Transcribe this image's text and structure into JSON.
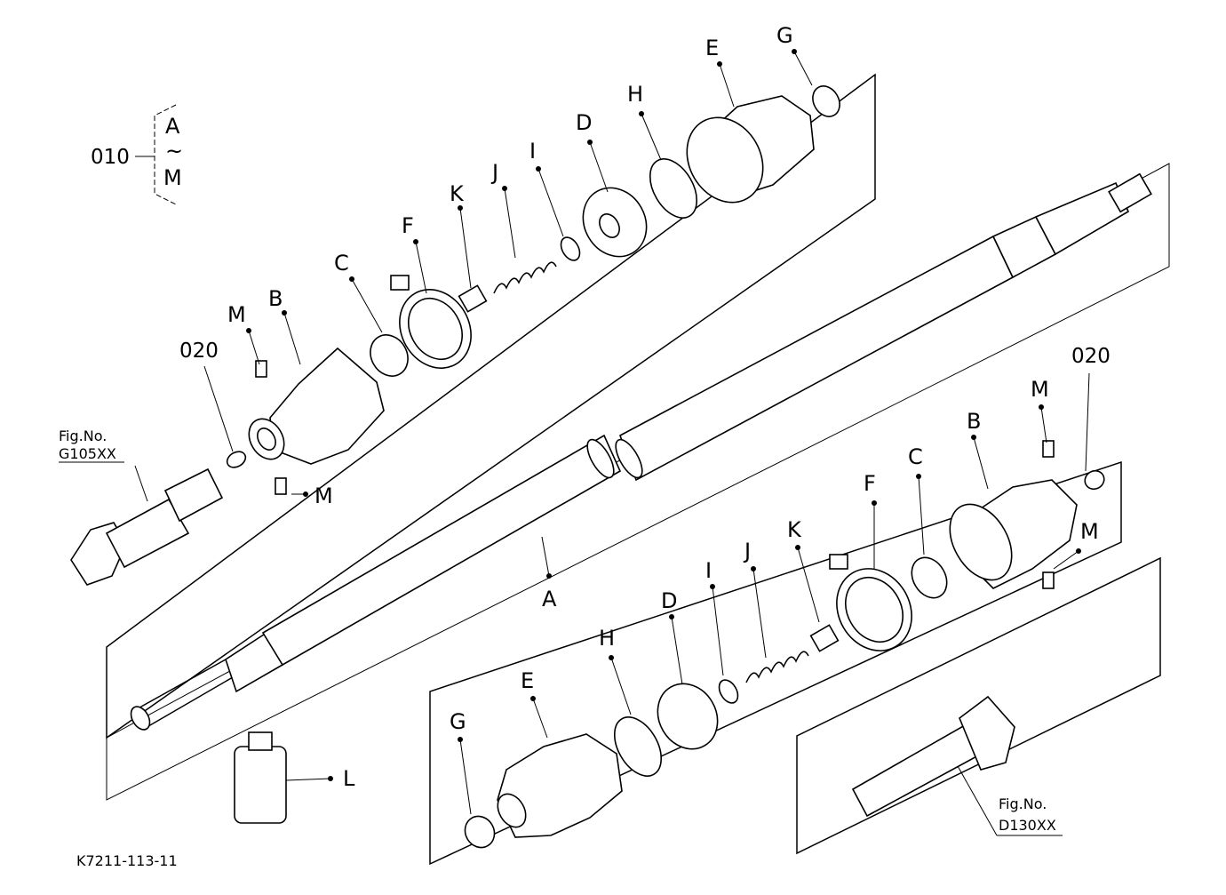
{
  "group": {
    "ref": "010",
    "range_start": "A",
    "range_sep": "~",
    "range_end": "M"
  },
  "callouts": {
    "A": "A",
    "B": "B",
    "C": "C",
    "D": "D",
    "E": "E",
    "F": "F",
    "G": "G",
    "H": "H",
    "I": "I",
    "J": "J",
    "K": "K",
    "L": "L",
    "M": "M"
  },
  "ref_020": "020",
  "fig_refs": {
    "upper": {
      "line1": "Fig.No.",
      "line2": "G105XX"
    },
    "lower": {
      "line1": "Fig.No.",
      "line2": "D130XX"
    }
  },
  "drawing_number": "K7211-113-11"
}
